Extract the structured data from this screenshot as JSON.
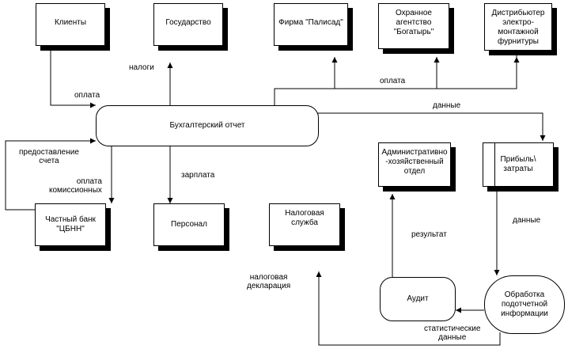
{
  "nodes": {
    "klienty": "Клиенты",
    "gosudarstvo": "Государство",
    "palisad": "Фирма \"Палисад\"",
    "bogatyr": [
      "Охранное",
      "агентство",
      "\"Богатырь\""
    ],
    "distributor": [
      "Дистрибьютер",
      "электро-",
      "монтажной",
      "фурнитуры"
    ],
    "report": "Бухгалтерский отчет",
    "adm": [
      "Административно",
      "-хозяйственный",
      "отдел"
    ],
    "profit": [
      "Прибыль\\",
      "затраты"
    ],
    "bank": [
      "Частный банк",
      "\"ЦБНН\""
    ],
    "personal": "Персонал",
    "nalog": [
      "Налоговая",
      "служба"
    ],
    "audit": "Аудит",
    "processing": [
      "Обработка",
      "подотчетной",
      "информации"
    ]
  },
  "labels": {
    "nalogi": "налоги",
    "oplata_left": "оплата",
    "oplata_right": "оплата",
    "dannye_top": "данные",
    "predostavlenie": [
      "предоставление",
      "счета"
    ],
    "oplata_kom": [
      "оплата",
      "комиссионных"
    ],
    "zarplata": "зарплата",
    "dannye_right": "данные",
    "rezultat": "результат",
    "nalog_deklar": [
      "налоговая",
      "декларация"
    ],
    "stat_dannye": [
      "статистические",
      "данные"
    ]
  }
}
